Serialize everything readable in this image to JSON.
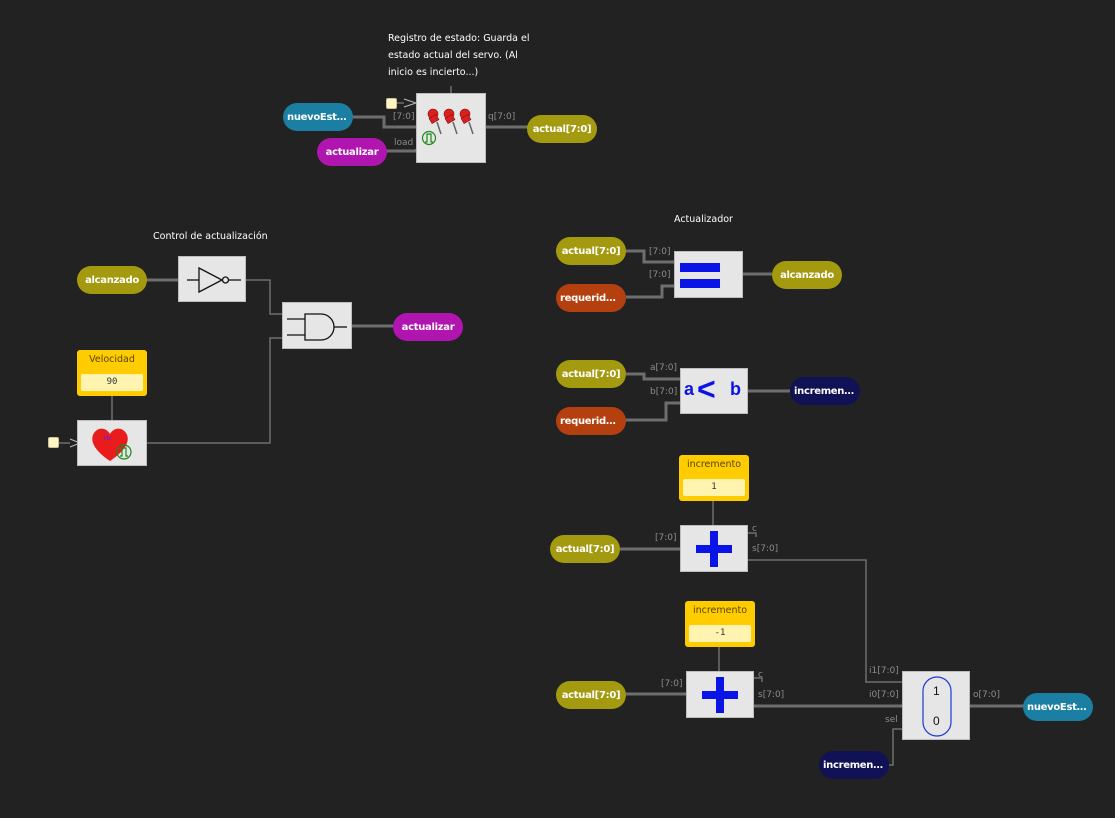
{
  "colors": {
    "background": "#222222",
    "wire": "#6e6e6e",
    "olive_pin": "#a39a10",
    "blue_pin": "#1a7fa3",
    "purple_pin": "#b015b0",
    "rust_pin": "#b5400f",
    "navy_pin": "#111155",
    "const_box": "#ffcc00"
  },
  "comments": {
    "registro": "Registro de estado: Guarda el estado actual del servo. (Al inicio es incierto...)",
    "control": "Control de actualización",
    "actualizador": "Actualizador"
  },
  "pins": {
    "nuevo_estado_in": "nuevoEstad...",
    "actualizar_in": "actualizar",
    "actual_out_reg": "actual[7:0]",
    "alcanzado_in": "alcanzado",
    "actualizar_out": "actualizar",
    "actual_eq": "actual[7:0]",
    "requerido_eq": "requerido[7...",
    "alcanzado_out": "alcanzado",
    "actual_lt": "actual[7:0]",
    "requerido_lt": "requerido[7...",
    "incrementar_out": "incrementar",
    "actual_add1": "actual[7:0]",
    "actual_add2": "actual[7:0]",
    "nuevo_estado_out": "nuevoEstad...",
    "incrementar_in": "incrementar"
  },
  "constants": {
    "velocidad": {
      "title": "Velocidad",
      "value": "90"
    },
    "incremento1": {
      "title": "incremento",
      "value": "1"
    },
    "incremento2": {
      "title": "incremento",
      "value": "-1"
    }
  },
  "port_labels": {
    "reg_d": "[7:0]",
    "reg_q": "q[7:0]",
    "reg_load": "load",
    "eq_a": "[7:0]",
    "eq_b": "[7:0]",
    "lt_a": "a[7:0]",
    "lt_b": "b[7:0]",
    "add1_in": "[7:0]",
    "add1_c": "c",
    "add1_s": "s[7:0]",
    "add2_in": "[7:0]",
    "add2_c": "c",
    "add2_s": "s[7:0]",
    "mux_i1": "i1[7:0]",
    "mux_i0": "i0[7:0]",
    "mux_o": "o[7:0]",
    "mux_sel": "sel"
  },
  "block_text": {
    "lt_a": "a",
    "lt_op": "<",
    "lt_b": "b",
    "mux_1": "1",
    "mux_0": "0",
    "clock_hz": "Hz"
  }
}
